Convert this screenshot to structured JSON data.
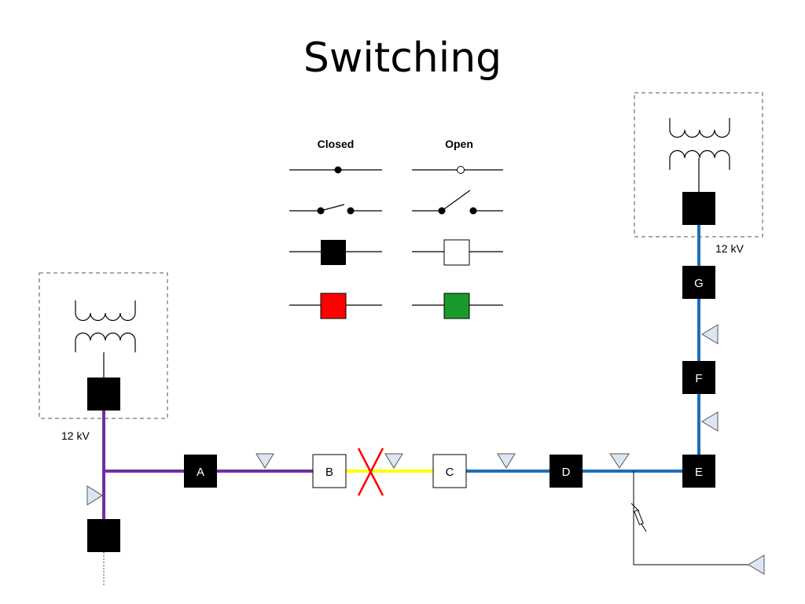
{
  "title": "Switching",
  "legend": {
    "closed_label": "Closed",
    "open_label": "Open",
    "closed_color": "#ff0000",
    "open_color": "#1a9a2a"
  },
  "sources": {
    "left_voltage": "12 kV",
    "right_voltage": "12 kV"
  },
  "switches": [
    {
      "label": "A",
      "state": "closed"
    },
    {
      "label": "B",
      "state": "open"
    },
    {
      "label": "C",
      "state": "open"
    },
    {
      "label": "D",
      "state": "closed"
    },
    {
      "label": "E",
      "state": "closed"
    },
    {
      "label": "F",
      "state": "closed"
    },
    {
      "label": "G",
      "state": "closed"
    }
  ],
  "colors": {
    "feeder_left": "#7030a0",
    "feeder_faulted": "#ffff00",
    "feeder_right": "#1f6eb5",
    "fault_mark": "#ff0000",
    "load_fill": "#dce6f2"
  }
}
